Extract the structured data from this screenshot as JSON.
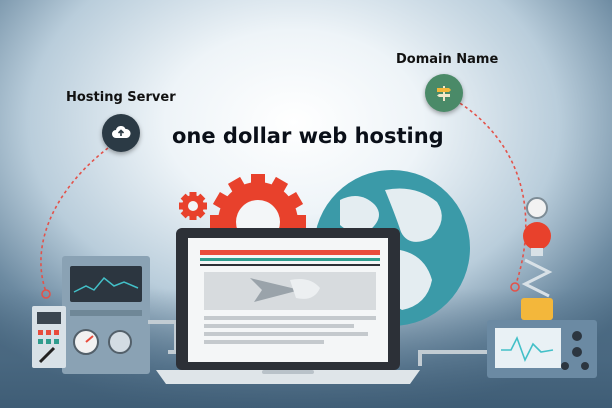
{
  "headline": "one dollar web hosting",
  "callouts": {
    "hosting_server": "Hosting Server",
    "domain_name": "Domain Name"
  },
  "icons": {
    "hosting_server": "cloud-upload-icon",
    "domain_name": "signpost-icon"
  },
  "colors": {
    "gear": "#e8412c",
    "globe": "#3b9aa8",
    "laptop_frame": "#2c3037",
    "accent_red": "#e84b3c",
    "accent_teal": "#2f9c8e",
    "console": "#6b8aa3"
  }
}
